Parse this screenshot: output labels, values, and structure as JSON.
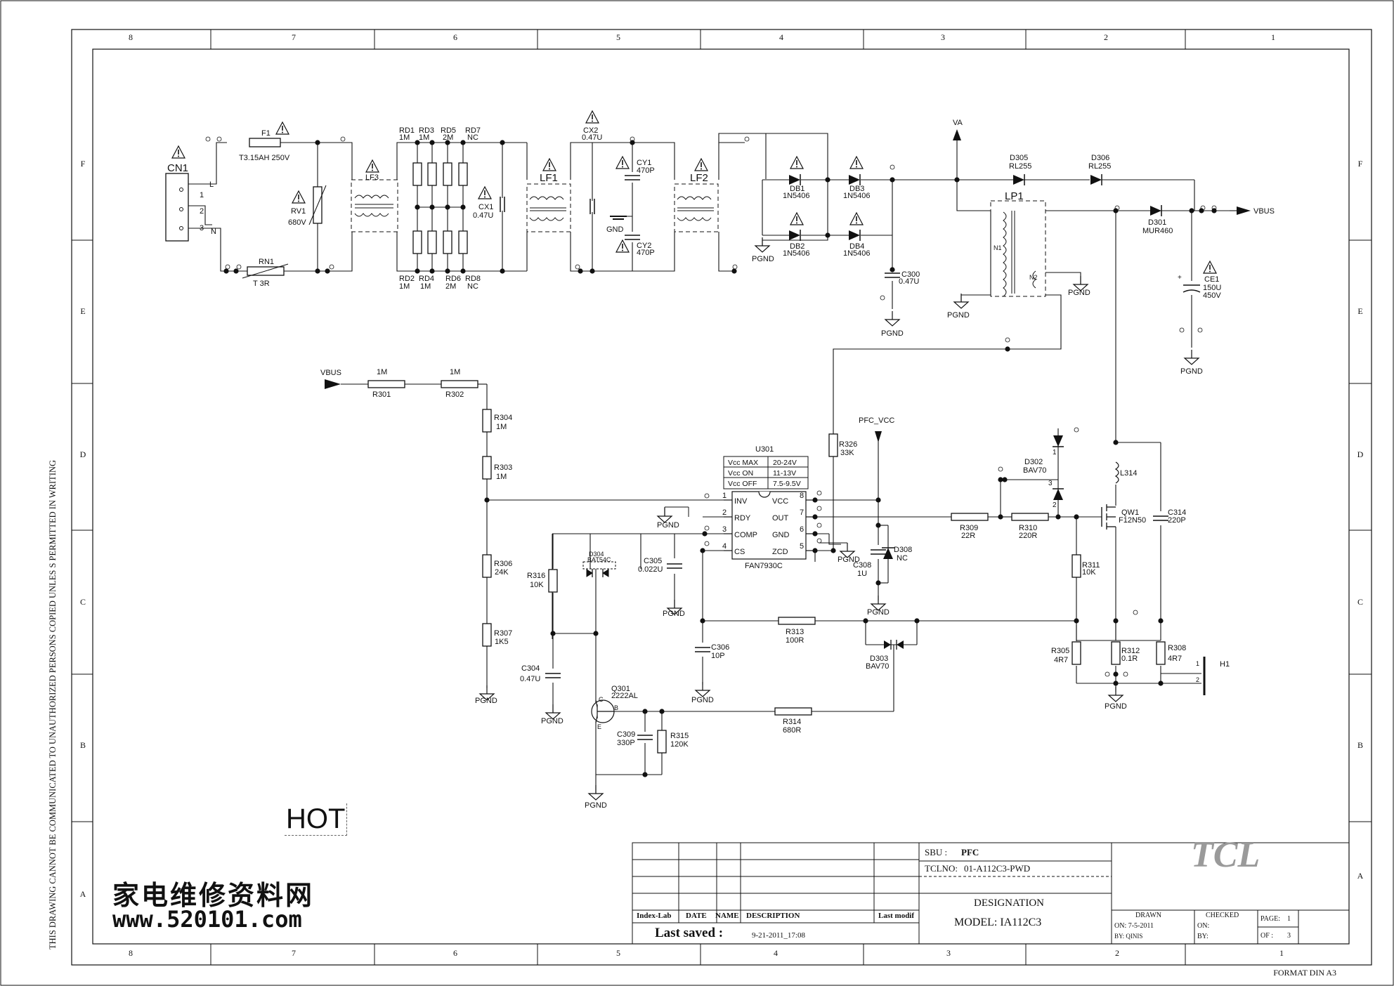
{
  "zones": {
    "columns": [
      "8",
      "7",
      "6",
      "5",
      "4",
      "3",
      "2",
      "1"
    ],
    "rows": [
      "F",
      "E",
      "D",
      "C",
      "B",
      "A"
    ]
  },
  "side_text": "THIS DRAWING CANNOT BE COMMUNICATED TO UNAUTHORIZED PERSONS COPIED UNLES S PERMITTED IN WRITING",
  "footer_text": "FORMAT DIN A3",
  "watermark": {
    "line1": "家电维修资料网",
    "line2": "www.520101.com"
  },
  "hot_label": "HOT",
  "title_block": {
    "logo": "TCL",
    "sbu_label": "SBU :",
    "sbu_value": "PFC",
    "tclno_label": "TCLNO:",
    "tclno_value": "01-A112C3-PWD",
    "designation": "DESIGNATION",
    "model": "MODEL: IA112C3",
    "cols": {
      "index": "Index-Lab",
      "date": "DATE",
      "name": "NAME",
      "description": "DESCRIPTION",
      "last_modif": "Last modif"
    },
    "last_saved_label": "Last saved :",
    "last_saved_value": "9-21-2011_17:08",
    "drawn_label": "DRAWN",
    "drawn_on": "ON: 7-5-2011",
    "drawn_by": "BY:  QINIS",
    "checked_label": "CHECKED",
    "checked_on": "ON:",
    "checked_by": "BY:",
    "page_label": "PAGE:",
    "page_value": "1",
    "of_label": "OF :",
    "of_value": "3"
  },
  "labels": {
    "cn1": "CN1",
    "pin_l": "L",
    "pin_n": "N",
    "p1": "1",
    "p2": "2",
    "p3": "3",
    "f1": "F1",
    "f1_val": "T3.15AH 250V",
    "rv1": "RV1",
    "rv1_val": "680V",
    "rn1": "RN1",
    "rn1_val": "T  3R",
    "lf3": "LF3",
    "lf1": "LF1",
    "lf2": "LF2",
    "lp1": "LP1",
    "rd1": "RD1",
    "rd1v": "1M",
    "rd3": "RD3",
    "rd3v": "1M",
    "rd5": "RD5",
    "rd5v": "2M",
    "rd7": "RD7",
    "rd7v": "NC",
    "rd2": "RD2",
    "rd2v": "1M",
    "rd4": "RD4",
    "rd4v": "1M",
    "rd6": "RD6",
    "rd6v": "2M",
    "rd8": "RD8",
    "rd8v": "NC",
    "cx1": "CX1",
    "cx1v": "0.47U",
    "cx2": "CX2",
    "cx2v": "0.47U",
    "cy1": "CY1",
    "cy1v": "470P",
    "cy2": "CY2",
    "cy2v": "470P",
    "gnd": "GND",
    "db1": "DB1",
    "db2": "DB2",
    "db3": "DB3",
    "db4": "DB4",
    "dbv": "1N5406",
    "pgnd": "PGND",
    "va": "VA",
    "vbus": "VBUS",
    "c300": "C300",
    "c300v": "0.47U",
    "d305": "D305",
    "d306": "D306",
    "rl255": "RL255",
    "d301": "D301",
    "d301v": "MUR460",
    "ce1": "CE1",
    "ce1v1": "150U",
    "ce1v2": "450V",
    "n1": "N1",
    "n2": "N2",
    "r301": "R301",
    "r302": "R302",
    "r301v": "1M",
    "r302v": "1M",
    "r304": "R304",
    "r304v": "1M",
    "r303": "R303",
    "r303v": "1M",
    "r306": "R306",
    "r306v": "24K",
    "r307": "R307",
    "r307v": "1K5",
    "u301": "U301",
    "u301_part": "FAN7930C",
    "vcc_max": "Vcc MAX",
    "vcc_max_v": "20-24V",
    "vcc_on": "Vcc  ON",
    "vcc_on_v": "11-13V",
    "vcc_off": "Vcc OFF",
    "vcc_off_v": "7.5-9.5V",
    "pin_inv": "INV",
    "pin_rdy": "RDY",
    "pin_comp": "COMP",
    "pin_cs": "CS",
    "pin_vcc": "VCC",
    "pin_out": "OUT",
    "pin_gnd": "GND",
    "pin_zcd": "ZCD",
    "n1p": "1",
    "n2p": "2",
    "n3p": "3",
    "n4p": "4",
    "n5p": "5",
    "n6p": "6",
    "n7p": "7",
    "n8p": "8",
    "pfc_vcc": "PFC_VCC",
    "r326": "R326",
    "r326v": "33K",
    "d302": "D302",
    "d302v": "BAV70",
    "l314": "L314",
    "qw1": "QW1",
    "qw1v": "F12N50",
    "c314": "C314",
    "c314v": "220P",
    "r309": "R309",
    "r309v": "22R",
    "r310": "R310",
    "r310v": "220R",
    "d308": "D308",
    "d308v": "NC",
    "c308": "C308",
    "c308v": "1U",
    "r311": "R311",
    "r311v": "10K",
    "d304": "D304",
    "d304v": "BAT54C",
    "r316": "R316",
    "r316v": "10K",
    "c305": "C305",
    "c305v": "0.022U",
    "c306": "C306",
    "c306v": "10P",
    "r313": "R313",
    "r313v": "100R",
    "d303": "D303",
    "d303v": "BAV70",
    "r305": "R305",
    "r305v": "4R7",
    "r312": "R312",
    "r312v": "0.1R",
    "r308": "R308",
    "r308v": "4R7",
    "h1": "H1",
    "c304": "C304",
    "c304v": "0.47U",
    "q301": "Q301",
    "q301v": "2222AL",
    "pin_b": "B",
    "pin_c": "C",
    "pin_e": "E",
    "c309": "C309",
    "c309v": "330P",
    "r315": "R315",
    "r315v": "120K",
    "r314": "R314",
    "r314v": "680R"
  }
}
